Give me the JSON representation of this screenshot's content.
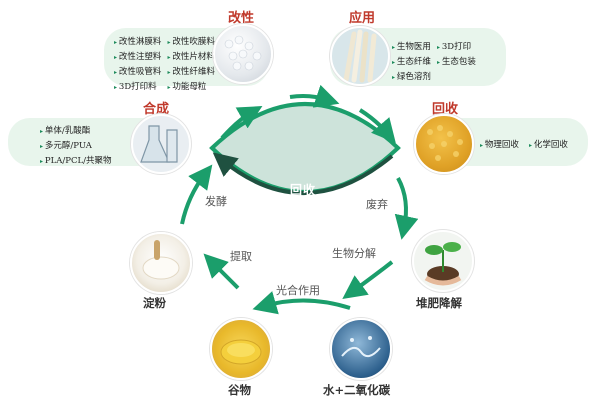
{
  "panels": {
    "modify": {
      "title": "改性",
      "items": [
        "改性淋膜料",
        "改性吹膜料",
        "改性注塑料",
        "改性片材料",
        "改性吸管料",
        "改性纤维料",
        "3D打印料",
        "功能母粒"
      ]
    },
    "application": {
      "title": "应用",
      "items": [
        "生物医用",
        "3D打印",
        "生态纤维",
        "生态包装",
        "绿色溶剂"
      ]
    },
    "synthesis": {
      "title": "合成",
      "items": [
        "单体/乳酸酯",
        "多元醇/PUA",
        "PLA/PCL/共聚物"
      ]
    },
    "recycle": {
      "title": "回收",
      "items": [
        "物理回收",
        "化学回收"
      ]
    }
  },
  "cycle": {
    "center_label": "回收",
    "edges": [
      "发酵",
      "废弃",
      "提取",
      "生物分解",
      "光合作用"
    ]
  },
  "nodes": {
    "starch": "淀粉",
    "compost": "堆肥降解",
    "grain": "谷物",
    "water_co2": "水+二氧化碳"
  },
  "colors": {
    "accent": "#1b9e6b",
    "title": "#c0392b",
    "panel": "#e8f5ec",
    "lens": "#cde3da"
  }
}
